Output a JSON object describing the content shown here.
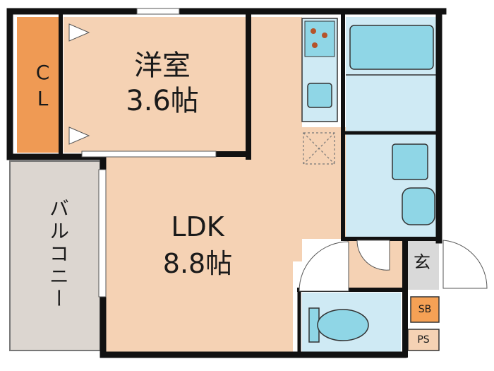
{
  "plan": {
    "colors": {
      "floor": "#f5d2b4",
      "closet": "#ef9a54",
      "balcony": "#dcd6d0",
      "water": "#cfeaf4",
      "fixture": "#8fd6e6",
      "wall": "#111111",
      "entry": "#d9d9d9"
    },
    "rooms": {
      "western": {
        "name": "洋室",
        "size": "3.6帖"
      },
      "ldk": {
        "name": "LDK",
        "size": "8.8帖"
      },
      "closet": {
        "label": "CL"
      },
      "balcony": {
        "label": "バルコニー"
      },
      "entrance": {
        "label": "玄"
      },
      "shoe_box": {
        "label": "SB"
      },
      "pipe_space": {
        "label": "PS"
      }
    }
  }
}
